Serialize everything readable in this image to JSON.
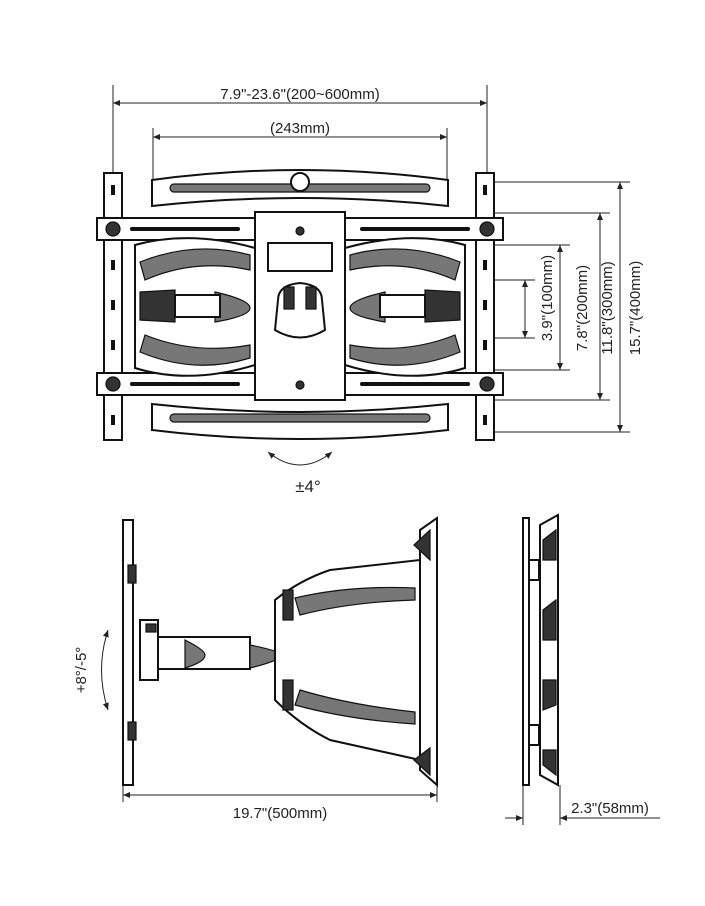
{
  "dimensions": {
    "vesa_width_range": "7.9\"-23.6\"(200~600mm)",
    "arm_width": "(243mm)",
    "vesa_h_100": "3.9\"(100mm)",
    "vesa_h_200": "7.8\"(200mm)",
    "vesa_h_300": "11.8\"(300mm)",
    "vesa_h_400": "15.7\"(400mm)",
    "swivel": "±4°",
    "tilt": "+8°/-5°",
    "extension": "19.7\"(500mm)",
    "profile": "2.3\"(58mm)"
  },
  "colors": {
    "line": "#222222",
    "mesh": "#777777",
    "dark": "#333333"
  }
}
